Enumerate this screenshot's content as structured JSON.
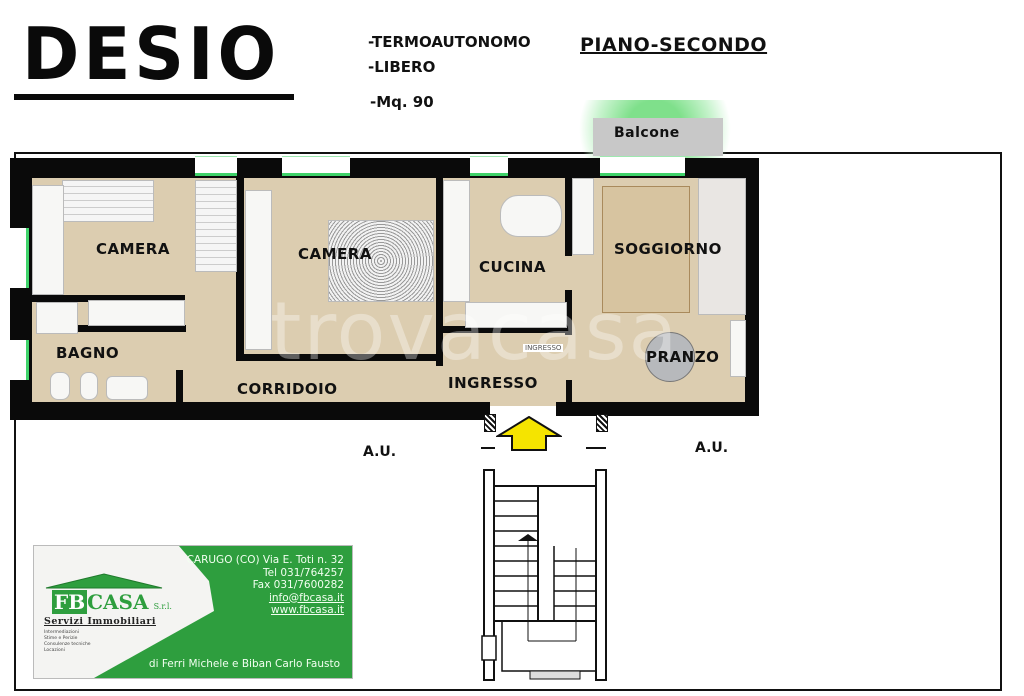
{
  "header": {
    "city_title": "DESIO",
    "features": [
      "-TERMOAUTONOMO",
      "-LIBERO",
      "-Mq. 90"
    ],
    "floor_label": "PIANO-SECONDO"
  },
  "plan": {
    "balcony_label": "Balcone",
    "rooms": {
      "camera_1": "CAMERA",
      "camera_2": "CAMERA",
      "cucina": "CUCINA",
      "soggiorno": "SOGGIORNO",
      "bagno": "BAGNO",
      "corridoio": "CORRIDOIO",
      "ingresso": "INGRESSO",
      "ingresso_small": "INGRESSO",
      "pranzo": "PRANZO"
    },
    "adjacent_units": [
      "A.U.",
      "A.U."
    ],
    "entrance_arrow_color": "#f5e400",
    "wall_color": "#0a0a0a",
    "floor_color": "#dccdb0",
    "window_color": "#3fd36a",
    "watermark": "trovacasa"
  },
  "agency_card": {
    "logo_initials": "FB",
    "logo_name": "CASA",
    "logo_suffix": "S.r.l.",
    "tagline": "Servizi Immobiliari",
    "services": [
      "Intermediazioni",
      "Stime e Perizie",
      "Consulenze tecniche",
      "Locazioni"
    ],
    "address": "CARUGO (CO) Via E. Toti n. 32",
    "tel": "Tel 031/764257",
    "fax": "Fax 031/7600282",
    "email": "info@fbcasa.it",
    "website": "www.fbcasa.it",
    "owners": "di Ferri Michele e Biban Carlo Fausto",
    "brand_color": "#2e9e3e"
  }
}
